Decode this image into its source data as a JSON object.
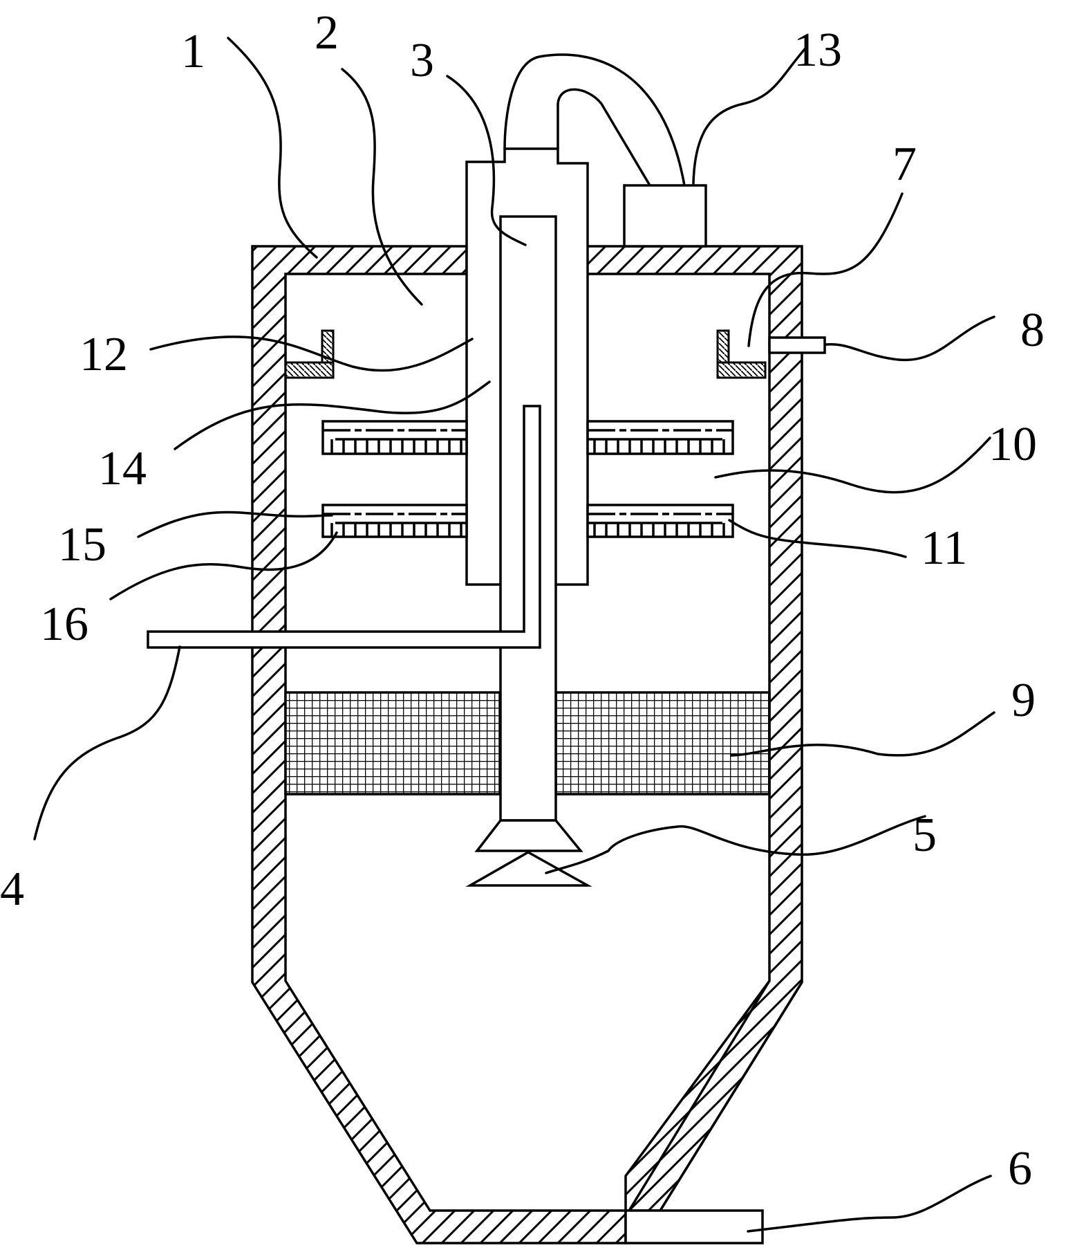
{
  "diagram": {
    "labels": [
      {
        "id": "1",
        "text": "1"
      },
      {
        "id": "2",
        "text": "2"
      },
      {
        "id": "3",
        "text": "3"
      },
      {
        "id": "13",
        "text": "13"
      },
      {
        "id": "7",
        "text": "7"
      },
      {
        "id": "8",
        "text": "8"
      },
      {
        "id": "12",
        "text": "12"
      },
      {
        "id": "14",
        "text": "14"
      },
      {
        "id": "10",
        "text": "10"
      },
      {
        "id": "15",
        "text": "15"
      },
      {
        "id": "11",
        "text": "11"
      },
      {
        "id": "16",
        "text": "16"
      },
      {
        "id": "9",
        "text": "9"
      },
      {
        "id": "4",
        "text": "4"
      },
      {
        "id": "5",
        "text": "5"
      },
      {
        "id": "6",
        "text": "6"
      }
    ]
  }
}
